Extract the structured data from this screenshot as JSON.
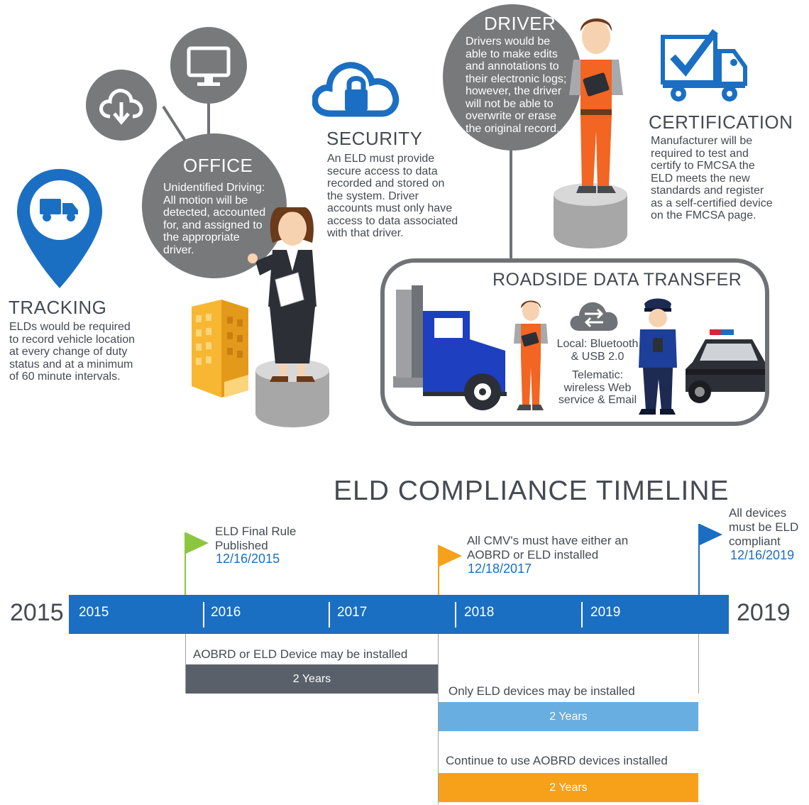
{
  "tracking": {
    "title": "TRACKING",
    "text": "ELDs would be required to record vehicle location at every change of duty status and at a minimum of 60 minute intervals.",
    "icon": "truck-location-pin-icon"
  },
  "office": {
    "title": "OFFICE",
    "text": "Unidentified Driving: All motion will be detected, accounted for, and assigned to the appropriate driver.",
    "icons": [
      "cloud-download-icon",
      "monitor-icon",
      "office-building-icon",
      "office-woman-icon"
    ]
  },
  "security": {
    "title": "SECURITY",
    "text": "An ELD must provide secure access to data recorded and stored on the system. Driver accounts must only have access to data associated with that driver.",
    "icon": "cloud-lock-icon"
  },
  "driver": {
    "title": "DRIVER",
    "text": "Drivers would be able to make edits and annotations to their electronic logs; however, the driver will not be able to overwrite or erase the original record.",
    "icon": "driver-with-tablet-icon"
  },
  "certification": {
    "title": "CERTIFICATION",
    "text": "Manufacturer will be required to test and certify to FMCSA the ELD meets the new standards and register as a self-certified device on the FMCSA page.",
    "icon": "certified-truck-icon"
  },
  "roadside": {
    "title": "ROADSIDE DATA TRANSFER",
    "local": "Local: Bluetooth & USB 2.0",
    "telematic": "Telematic: wireless Web service & Email",
    "icons": [
      "semi-truck-icon",
      "driver-icon",
      "cloud-transfer-icon",
      "police-officer-icon",
      "police-car-icon"
    ]
  },
  "timeline": {
    "title": "ELD COMPLIANCE TIMELINE",
    "start_year": "2015",
    "end_year": "2019",
    "bar_years": [
      "2015",
      "2016",
      "2017",
      "2018",
      "2019"
    ],
    "milestones": [
      {
        "label": "ELD Final Rule Published",
        "date": "12/16/2015",
        "flag_color": "#8cc63f"
      },
      {
        "label": "All CMV's must have either an AOBRD or ELD installed",
        "date": "12/18/2017",
        "flag_color": "#f7a11a"
      },
      {
        "label": "All devices must be ELD compliant",
        "date": "12/16/2019",
        "flag_color": "#1b6fc2"
      }
    ],
    "periods": [
      {
        "label": "AOBRD or ELD Device may be installed",
        "duration": "2 Years",
        "color": "#59606a"
      },
      {
        "label": "Only ELD devices may be installed",
        "duration": "2 Years",
        "color": "#68aee0"
      },
      {
        "label": "Continue to use AOBRD devices installed",
        "duration": "2 Years",
        "color": "#f7a11a"
      }
    ],
    "colors": {
      "bar": "#1b6fc2",
      "connector": "#6f7276"
    }
  }
}
